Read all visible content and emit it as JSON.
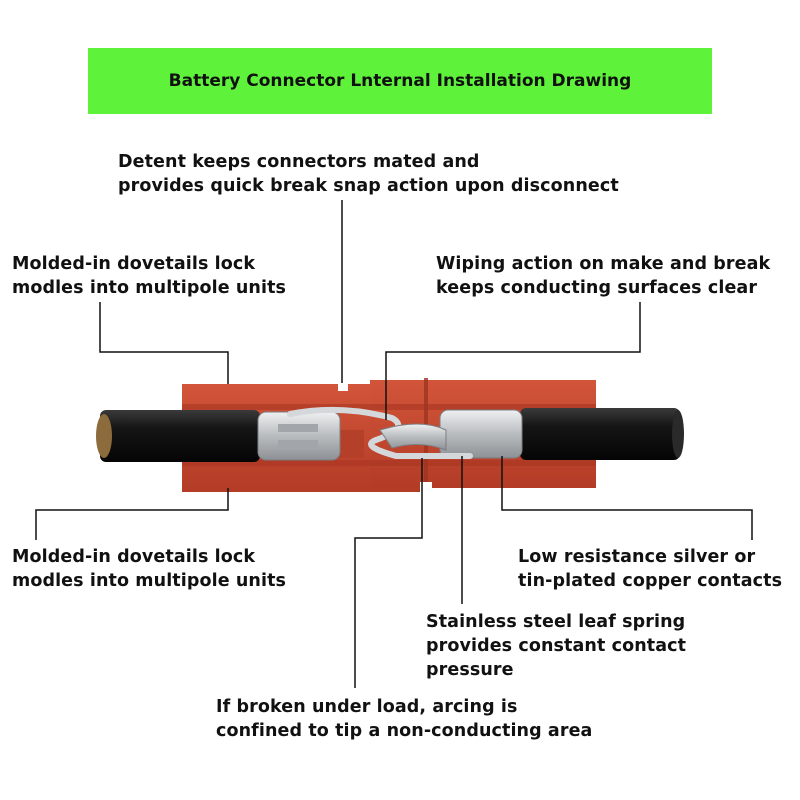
{
  "title": "Battery Connector Lnternal Installation Drawing",
  "callouts": {
    "detent": "Detent keeps connectors mated and\nprovides quick break snap action upon disconnect",
    "dovetails_top": "Molded-in dovetails lock\nmodles into multipole units",
    "wiping": "Wiping action on make and break\nkeeps conducting surfaces clear",
    "dovetails_bottom": "Molded-in dovetails lock\nmodles into multipole units",
    "low_resistance": "Low resistance silver or\ntin-plated copper contacts",
    "leaf_spring": "Stainless steel leaf spring\nprovides constant contact\npressure",
    "arcing": "If broken under load, arcing is\nconfined to tip a non-conducting area"
  },
  "colors": {
    "title_background": "#5ef23a",
    "housing": "#c8472e",
    "cable": "#151515",
    "contact": "#c9ccce"
  }
}
